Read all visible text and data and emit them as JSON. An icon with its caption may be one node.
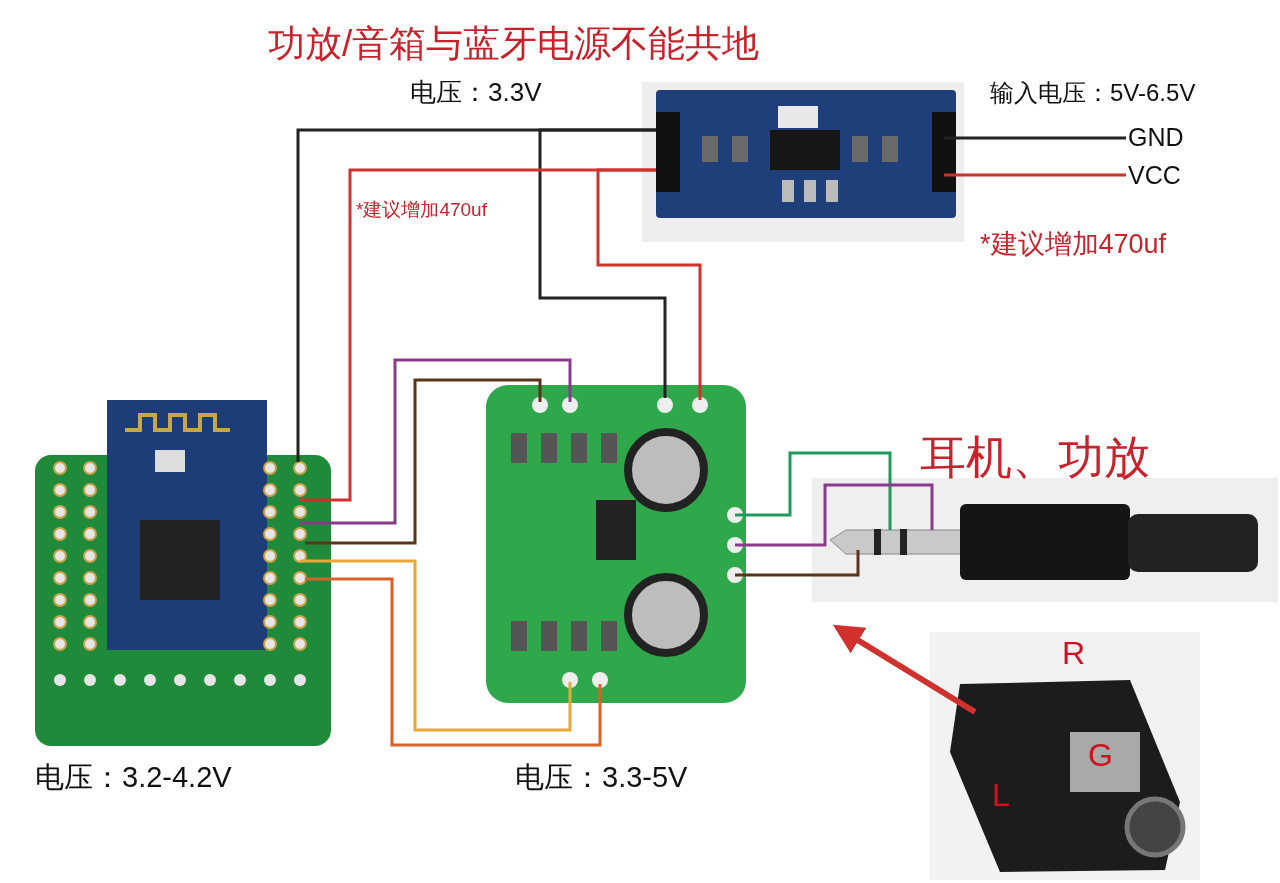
{
  "diagram": {
    "title": "功放/音箱与蓝牙电源不能共地",
    "nodes": [
      {
        "text": [],
        "shape": "picture",
        "beside": [
          "电压：3.3V"
        ]
      },
      {
        "text": [
          "GND"
        ]
      },
      {
        "text": [
          "VCC"
        ]
      },
      {
        "text": [],
        "shape": "picture",
        "beside": [
          "电压：3.2-4.2V"
        ]
      },
      {
        "text": [],
        "shape": "picture",
        "beside": [
          "电压：3.3-5V"
        ]
      },
      {
        "text": [],
        "shape": "picture"
      },
      {
        "text": [],
        "shape": "picture"
      }
    ],
    "edges": [
      {
        "from": 0,
        "to": 3,
        "arrow": "none",
        "color": "#222222"
      },
      {
        "from": 0,
        "to": 4,
        "arrow": "none",
        "color": "#222222"
      },
      {
        "from": 0,
        "to": 3,
        "arrow": "none",
        "color": "#d0312d"
      },
      {
        "from": 0,
        "to": 4,
        "arrow": "none",
        "color": "#d0312d"
      },
      {
        "from": 3,
        "to": 4,
        "arrow": "none",
        "color": "#8b3a8b"
      },
      {
        "from": 3,
        "to": 4,
        "arrow": "none",
        "color": "#5a3418"
      },
      {
        "from": 3,
        "to": 4,
        "arrow": "none",
        "color": "#e8a838"
      },
      {
        "from": 3,
        "to": 4,
        "arrow": "none",
        "color": "#d8622a"
      },
      {
        "from": 4,
        "to": 5,
        "arrow": "none",
        "color": "#1f9a5a"
      },
      {
        "from": 4,
        "to": 5,
        "arrow": "none",
        "color": "#8b3a8b"
      },
      {
        "from": 4,
        "to": 5,
        "arrow": "none",
        "color": "#5a3418"
      },
      {
        "from": 1,
        "to": 0,
        "arrow": "none",
        "color": "#222222"
      },
      {
        "from": 2,
        "to": 0,
        "arrow": "none",
        "color": "#d0312d"
      },
      {
        "from": 6,
        "to": 5,
        "arrow": "to",
        "style": "thick",
        "color": "#d0312d"
      }
    ],
    "labels": [
      "输入电压：5V-6.5V",
      "*建议增加470uf",
      "*建议增加470uf",
      "耳机、功放",
      "R",
      "G",
      "L"
    ]
  }
}
